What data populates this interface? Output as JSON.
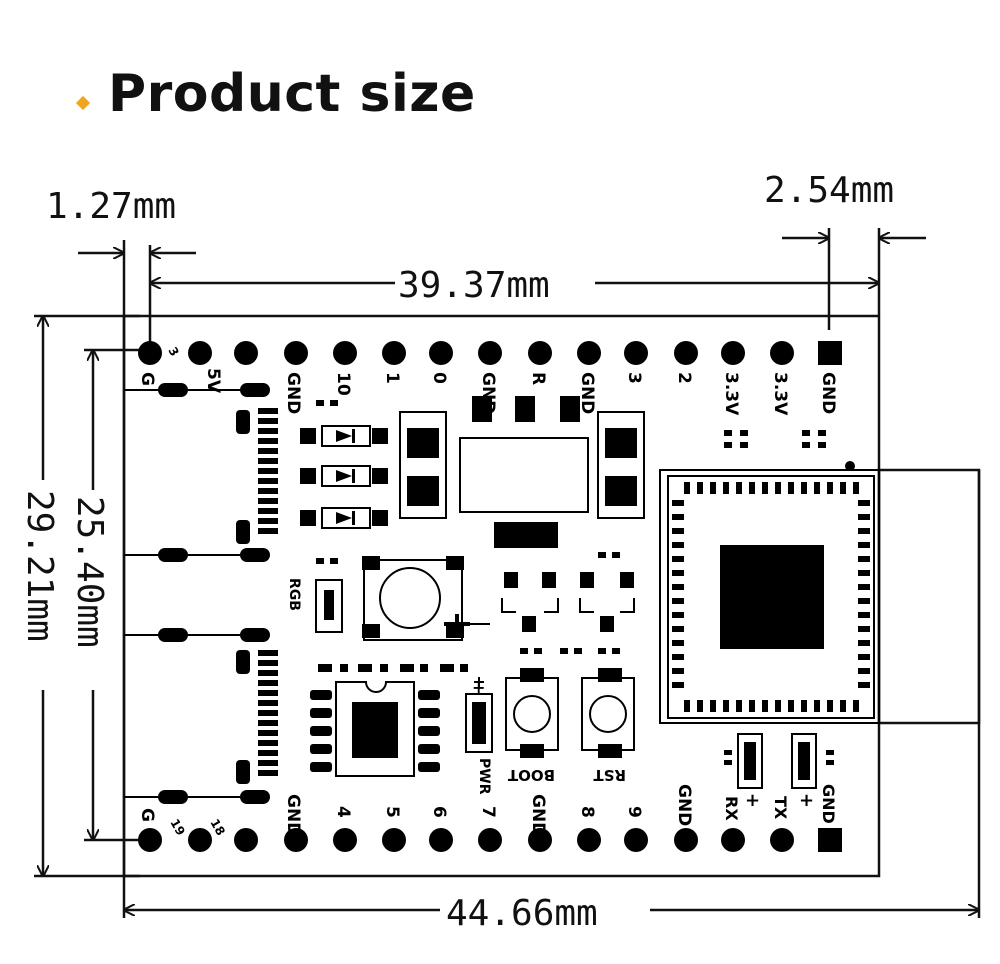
{
  "title": "Product size",
  "accent_color": "#f0a51e",
  "dimensions": {
    "pin_edge_offset": "1.27mm",
    "pin_pitch": "2.54mm",
    "pin_span": "39.37mm",
    "board_width": "44.66mm",
    "row_spacing": "25.40mm",
    "board_height": "29.21mm"
  },
  "top_header_labels": [
    "G",
    "5V",
    "GND",
    "10",
    "1",
    "0",
    "GND",
    "R",
    "GND",
    "3",
    "2",
    "3.3V",
    "3.3V",
    "GND"
  ],
  "bottom_header_labels": [
    "G",
    "GND",
    "4",
    "5",
    "6",
    "7",
    "GND",
    "8",
    "9",
    "GND"
  ],
  "component_labels": {
    "rgb": "RGB",
    "pwr": "PWR",
    "boot": "BOOT",
    "rst": "RST",
    "rx": "RX",
    "tx": "TX",
    "gnd": "GND"
  },
  "tiny_labels": [
    "3",
    "18",
    "19"
  ],
  "plus_sign": "+"
}
